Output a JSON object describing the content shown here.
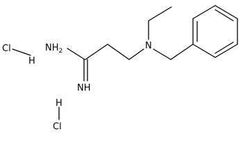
{
  "atoms": {
    "nh2": {
      "main": "H",
      "sub": "2",
      "prefix": "N"
    },
    "imine": {
      "text": "NH"
    },
    "amine_n": {
      "text": "N"
    },
    "hcl_top": {
      "cl": "Cl",
      "h": "H"
    },
    "hcl_bottom": {
      "cl": "Cl",
      "h": "H"
    }
  },
  "colors": {
    "bond": "#000000",
    "text": "#000000",
    "background": "#ffffff"
  }
}
